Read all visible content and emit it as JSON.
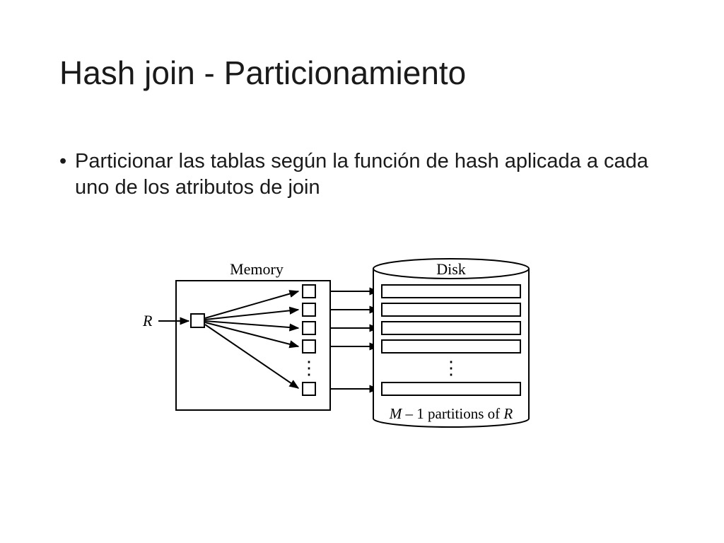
{
  "slide": {
    "title": "Hash join - Particionamiento",
    "bullets": [
      {
        "marker": "•",
        "text": "Particionar las tablas según la función de hash aplicada a cada uno de los atributos de join"
      }
    ]
  },
  "diagram": {
    "memory_label": "Memory",
    "disk_label": "Disk",
    "input_label": "R",
    "vertical_ellipsis": "⋮",
    "partitions_caption": {
      "m": "M",
      "mid": " – 1 partitions of ",
      "r": "R"
    }
  }
}
